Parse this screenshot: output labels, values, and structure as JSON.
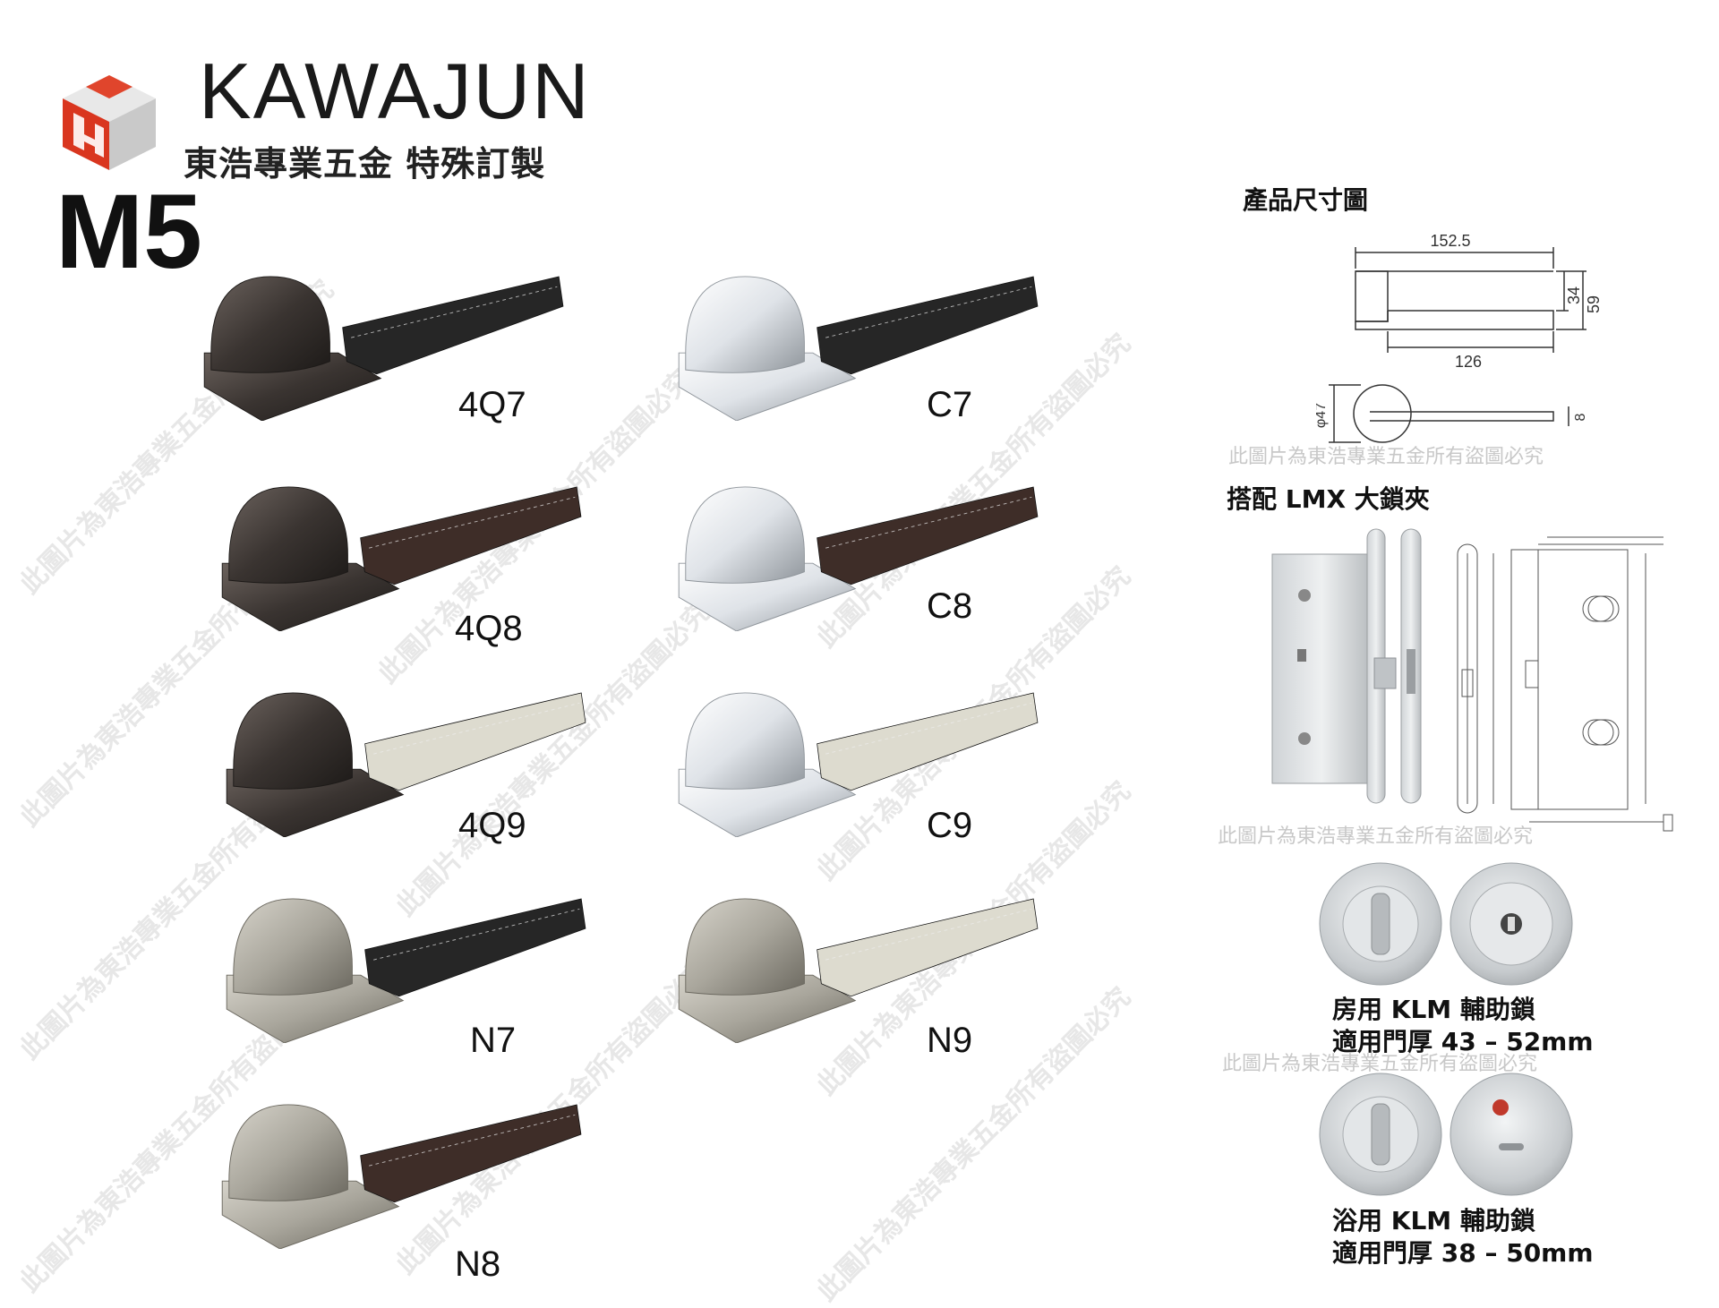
{
  "header": {
    "brand": "KAWAJUN",
    "slogan": "東浩專業五金 特殊訂製",
    "model": "M5"
  },
  "products": [
    {
      "code": "4Q7",
      "finish": "dark-bronze",
      "leather": "black"
    },
    {
      "code": "C7",
      "finish": "chrome",
      "leather": "black"
    },
    {
      "code": "4Q8",
      "finish": "dark-bronze",
      "leather": "brown"
    },
    {
      "code": "C8",
      "finish": "chrome",
      "leather": "brown"
    },
    {
      "code": "4Q9",
      "finish": "dark-bronze",
      "leather": "cream"
    },
    {
      "code": "C9",
      "finish": "chrome",
      "leather": "cream"
    },
    {
      "code": "N7",
      "finish": "satin-nickel",
      "leather": "black"
    },
    {
      "code": "N9",
      "finish": "satin-nickel",
      "leather": "cream"
    },
    {
      "code": "N8",
      "finish": "satin-nickel",
      "leather": "brown"
    }
  ],
  "dimensions": {
    "title": "產品尺寸圖",
    "length": "152.5",
    "lever": "126",
    "height_small": "34",
    "height_large": "59",
    "diameter": "φ47",
    "thickness": "8"
  },
  "lock_body": {
    "title": "搭配 LMX 大鎖夾"
  },
  "aux_locks": [
    {
      "line1": "房用 KLM 輔助鎖",
      "line2": "適用門厚 43 – 52mm"
    },
    {
      "line1": "浴用 KLM 輔助鎖",
      "line2": "適用門厚 38 – 50mm"
    }
  ],
  "watermark": "此圖片為東浩專業五金所有盜圖必究",
  "colors": {
    "logo_red": "#d9361f",
    "logo_gray": "#d8d8d8",
    "bronze": "#3a3431",
    "chrome": "#dfe3e8",
    "nickel": "#a9a69c",
    "leather_black": "#262626",
    "leather_brown": "#3e2d28",
    "leather_cream": "#dddbcf"
  }
}
